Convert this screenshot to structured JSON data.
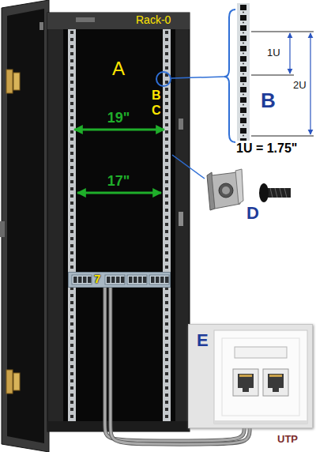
{
  "diagram": {
    "nodes": [
      {
        "text": [
          "Rack-0"
        ]
      },
      {
        "text": [
          "7"
        ],
        "in": 0
      },
      {
        "text": [
          "E"
        ]
      }
    ],
    "edges": [
      {
        "from": 1,
        "to": 2,
        "arrow": "none",
        "label": "UTP"
      }
    ],
    "labels": [
      "A",
      "B",
      "C",
      "19\"",
      "17\"",
      "1U",
      "2U",
      "B",
      "1U = 1.75\"",
      "D"
    ]
  }
}
